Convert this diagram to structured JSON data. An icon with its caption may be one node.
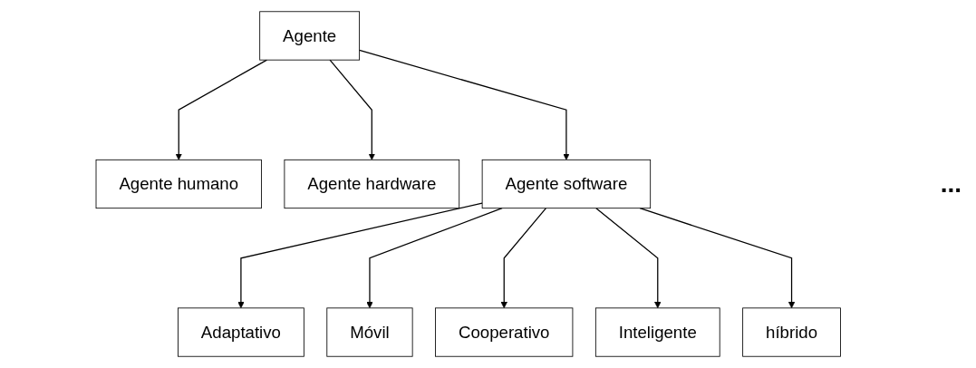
{
  "diagram": {
    "nodes": [
      {
        "text": [
          "Agente"
        ]
      },
      {
        "text": [
          "Agente humano"
        ]
      },
      {
        "text": [
          "Agente hardware"
        ]
      },
      {
        "text": [
          "Agente software"
        ]
      },
      {
        "text": [
          "Adaptativo"
        ]
      },
      {
        "text": [
          "Móvil"
        ]
      },
      {
        "text": [
          "Cooperativo"
        ]
      },
      {
        "text": [
          "Inteligente"
        ]
      },
      {
        "text": [
          "híbrido"
        ]
      }
    ],
    "edges": [
      {
        "from": 0,
        "to": 1,
        "arrow": "to"
      },
      {
        "from": 0,
        "to": 2,
        "arrow": "to"
      },
      {
        "from": 0,
        "to": 3,
        "arrow": "to"
      },
      {
        "from": 3,
        "to": 4,
        "arrow": "to"
      },
      {
        "from": 3,
        "to": 5,
        "arrow": "to"
      },
      {
        "from": 3,
        "to": 6,
        "arrow": "to"
      },
      {
        "from": 3,
        "to": 7,
        "arrow": "to"
      },
      {
        "from": 3,
        "to": 8,
        "arrow": "to"
      }
    ],
    "labels": [
      "..."
    ]
  }
}
